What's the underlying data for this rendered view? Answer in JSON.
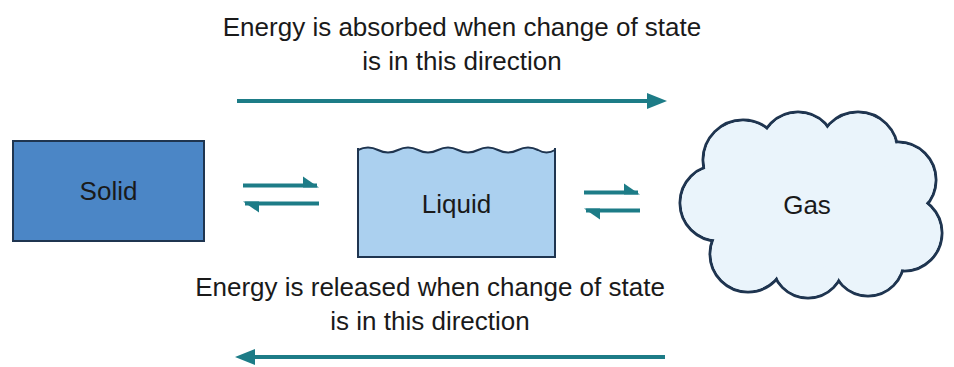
{
  "diagram": {
    "nodes": [
      {
        "text": [
          "Solid"
        ]
      },
      {
        "text": [
          "Liquid"
        ]
      },
      {
        "text": [
          "Gas"
        ]
      }
    ],
    "edges": [
      {
        "from": 0,
        "to": 1,
        "arrow": "to"
      },
      {
        "from": 1,
        "to": 0,
        "arrow": "to"
      },
      {
        "from": 1,
        "to": 2,
        "arrow": "to"
      },
      {
        "from": 2,
        "to": 1,
        "arrow": "to"
      }
    ],
    "labels": [
      "Energy is absorbed when change of state is in this direction",
      "Energy is released when change of state is in this direction"
    ]
  }
}
